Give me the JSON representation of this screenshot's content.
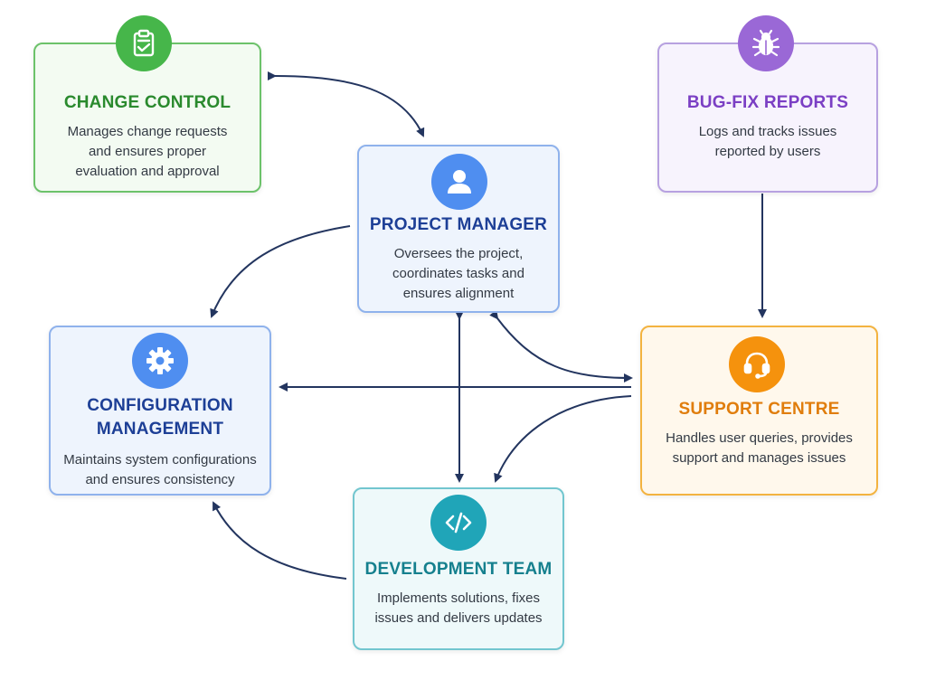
{
  "colors": {
    "arrow": "#23355f",
    "green": "#46b64a",
    "purple": "#9a68d6",
    "blue": "#4f8ef0",
    "orange": "#f5920d",
    "teal": "#20a5b8"
  },
  "nodes": {
    "change_control": {
      "icon": "clipboard-check-icon",
      "title": "CHANGE CONTROL",
      "desc_lines": [
        "Manages change requests",
        "and ensures proper",
        "evaluation and approval"
      ]
    },
    "bug_fix": {
      "icon": "bug-icon",
      "title": "BUG-FIX REPORTS",
      "desc_lines": [
        "Logs and tracks issues",
        "reported by users"
      ]
    },
    "project_manager": {
      "icon": "user-icon",
      "title": "PROJECT MANAGER",
      "desc_lines": [
        "Oversees the project,",
        "coordinates tasks and",
        "ensures alignment"
      ]
    },
    "configuration": {
      "icon": "gear-icon",
      "title_lines": [
        "CONFIGURATION",
        "MANAGEMENT"
      ],
      "desc_lines": [
        "Maintains system configurations",
        "and ensures consistency"
      ]
    },
    "support": {
      "icon": "headset-icon",
      "title": "SUPPORT CENTRE",
      "desc_lines": [
        "Handles user queries, provides",
        "support and manages issues"
      ]
    },
    "development": {
      "icon": "code-icon",
      "title": "DEVELOPMENT TEAM",
      "desc_lines": [
        "Implements solutions, fixes",
        "issues and delivers updates"
      ]
    }
  }
}
